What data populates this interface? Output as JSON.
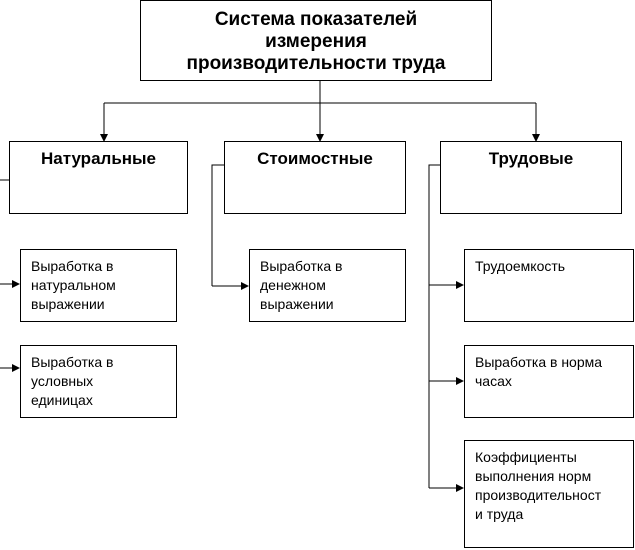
{
  "root": {
    "line1": "Система показателей",
    "line2": "измерения",
    "line3": "производительности труда"
  },
  "categories": [
    {
      "label": "Натуральные",
      "items": [
        [
          "Выработка в",
          "натуральном",
          "выражении"
        ],
        [
          "Выработка в",
          "условных",
          "единицах"
        ]
      ]
    },
    {
      "label": "Стоимостные",
      "items": [
        [
          "Выработка в",
          "денежном",
          "выражении"
        ]
      ]
    },
    {
      "label": "Трудовые",
      "items": [
        [
          "Трудоемкость"
        ],
        [
          "Выработка в норма",
          "часах"
        ],
        [
          "Коэффициенты",
          "выполнения норм",
          "производительност",
          "и труда"
        ]
      ]
    }
  ]
}
